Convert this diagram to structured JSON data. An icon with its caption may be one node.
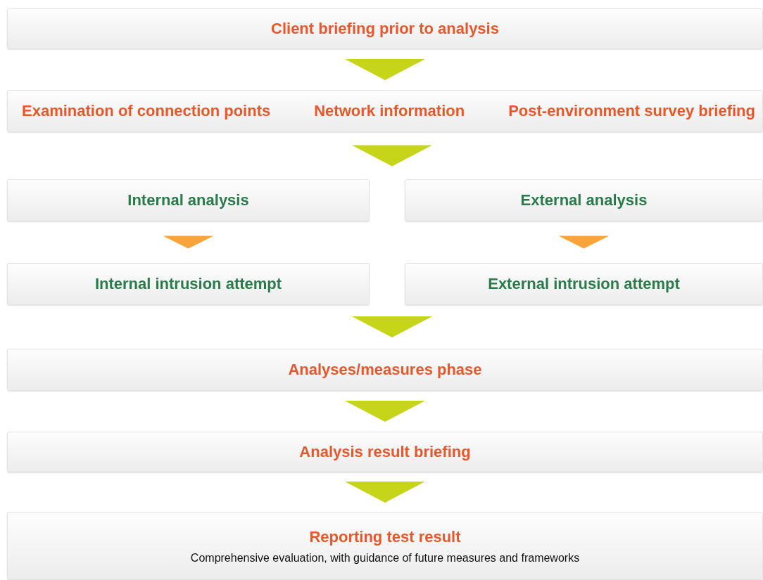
{
  "diagram": {
    "nodes": [
      {
        "text": [
          "Client briefing prior to analysis"
        ]
      },
      {
        "text": [
          "Examination of connection points",
          "Network information",
          "Post-environment survey briefing"
        ]
      },
      {
        "text": [
          "Internal analysis"
        ]
      },
      {
        "text": [
          "External analysis"
        ]
      },
      {
        "text": [
          "Internal intrusion attempt"
        ]
      },
      {
        "text": [
          "External intrusion attempt"
        ]
      },
      {
        "text": [
          "Analyses/measures phase"
        ]
      },
      {
        "text": [
          "Analysis result briefing"
        ]
      },
      {
        "text": [
          "Reporting test result",
          "Comprehensive evaluation, with guidance of future measures and frameworks"
        ]
      }
    ],
    "edges": [
      {
        "from": 0,
        "to": 1,
        "arrow": "to"
      },
      {
        "from": 1,
        "to": 2,
        "arrow": "to"
      },
      {
        "from": 1,
        "to": 3,
        "arrow": "to"
      },
      {
        "from": 2,
        "to": 4,
        "arrow": "to",
        "color": "#f9a43a"
      },
      {
        "from": 3,
        "to": 5,
        "arrow": "to",
        "color": "#f9a43a"
      },
      {
        "from": 4,
        "to": 6,
        "arrow": "to"
      },
      {
        "from": 5,
        "to": 6,
        "arrow": "to"
      },
      {
        "from": 6,
        "to": 7,
        "arrow": "to"
      },
      {
        "from": 7,
        "to": 8,
        "arrow": "to"
      }
    ]
  }
}
